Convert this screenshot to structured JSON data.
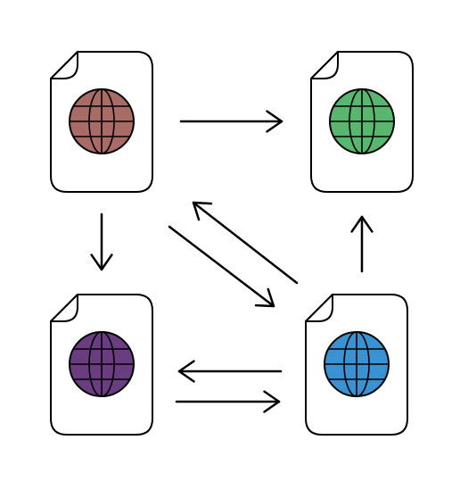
{
  "documents": [
    {
      "id": "top-left",
      "globe_color": "#a86b66"
    },
    {
      "id": "top-right",
      "globe_color": "#5ab66e"
    },
    {
      "id": "bottom-left",
      "globe_color": "#6a3d80"
    },
    {
      "id": "bottom-right",
      "globe_color": "#3b92d2"
    }
  ],
  "connections": [
    {
      "from": "top-left",
      "to": "top-right"
    },
    {
      "from": "top-left",
      "to": "bottom-left"
    },
    {
      "from": "top-left",
      "to": "bottom-right"
    },
    {
      "from": "bottom-right",
      "to": "top-left"
    },
    {
      "from": "bottom-right",
      "to": "top-right"
    },
    {
      "from": "bottom-right",
      "to": "bottom-left"
    },
    {
      "from": "bottom-left",
      "to": "bottom-right"
    }
  ],
  "colors": {
    "stroke": "#000000",
    "paper": "#ffffff"
  },
  "icons": {
    "document": "document-icon",
    "globe": "globe-icon",
    "arrow": "arrow-icon"
  }
}
